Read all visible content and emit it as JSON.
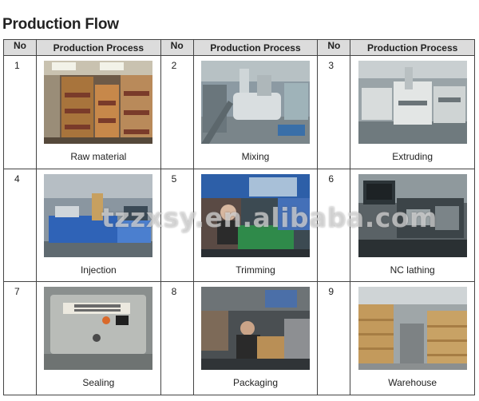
{
  "page_title": "Production Flow",
  "headers": {
    "no": "No",
    "process": "Production Process"
  },
  "steps": [
    {
      "no": "1",
      "caption": "Raw material",
      "photo_icon": "raw-material-photo"
    },
    {
      "no": "2",
      "caption": "Mixing",
      "photo_icon": "mixing-photo"
    },
    {
      "no": "3",
      "caption": "Extruding",
      "photo_icon": "extruding-photo"
    },
    {
      "no": "4",
      "caption": "Injection",
      "photo_icon": "injection-photo"
    },
    {
      "no": "5",
      "caption": "Trimming",
      "photo_icon": "trimming-photo"
    },
    {
      "no": "6",
      "caption": "NC lathing",
      "photo_icon": "nc-lathing-photo"
    },
    {
      "no": "7",
      "caption": "Sealing",
      "photo_icon": "sealing-photo"
    },
    {
      "no": "8",
      "caption": "Packaging",
      "photo_icon": "packaging-photo"
    },
    {
      "no": "9",
      "caption": "Warehouse",
      "photo_icon": "warehouse-photo"
    }
  ],
  "watermark": "tzzxsy.en.alibaba.com",
  "colors": {
    "header_bg": "#dcdcdc",
    "border": "#444444",
    "text": "#222222"
  }
}
